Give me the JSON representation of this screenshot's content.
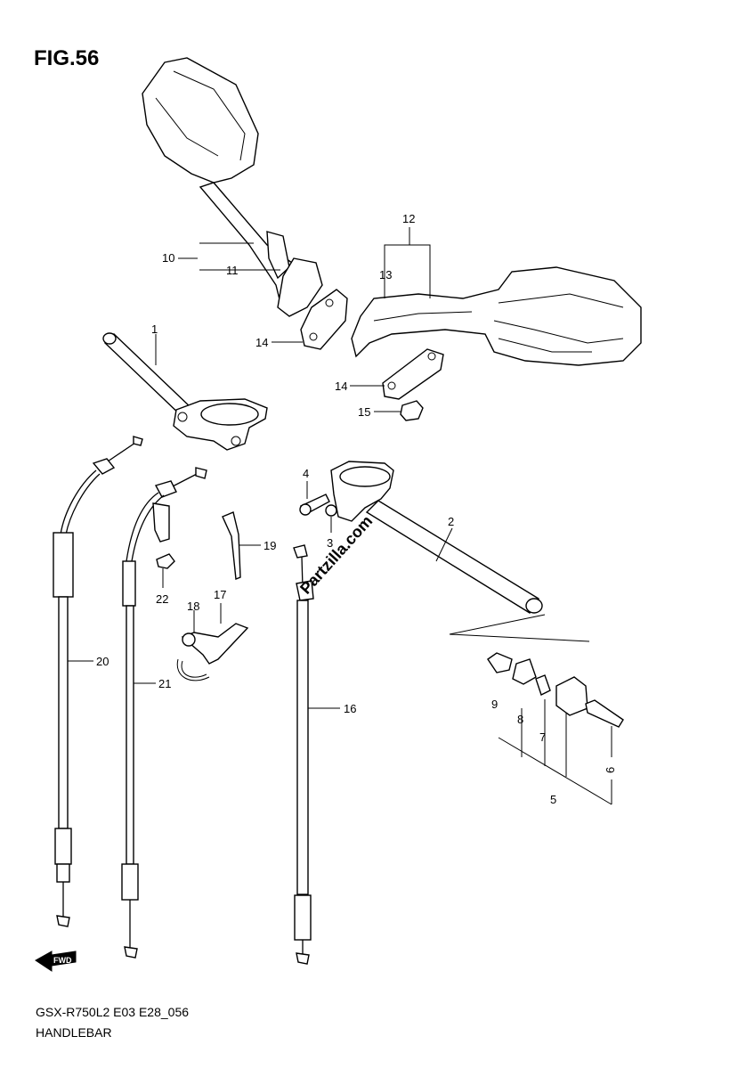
{
  "figure": {
    "title": "FIG.56",
    "model_code": "GSX-R750L2 E03 E28_056",
    "section_name": "HANDLEBAR",
    "watermark": "Partzilla.com",
    "direction_label": "FWD"
  },
  "callouts": [
    {
      "id": "1",
      "label": "1"
    },
    {
      "id": "2",
      "label": "2"
    },
    {
      "id": "3",
      "label": "3"
    },
    {
      "id": "4",
      "label": "4"
    },
    {
      "id": "5",
      "label": "5"
    },
    {
      "id": "6",
      "label": "6"
    },
    {
      "id": "7",
      "label": "7"
    },
    {
      "id": "8",
      "label": "8"
    },
    {
      "id": "9",
      "label": "9"
    },
    {
      "id": "10",
      "label": "10"
    },
    {
      "id": "11",
      "label": "11"
    },
    {
      "id": "12",
      "label": "12"
    },
    {
      "id": "13",
      "label": "13"
    },
    {
      "id": "14a",
      "label": "14"
    },
    {
      "id": "14b",
      "label": "14"
    },
    {
      "id": "15",
      "label": "15"
    },
    {
      "id": "16",
      "label": "16"
    },
    {
      "id": "17",
      "label": "17"
    },
    {
      "id": "18",
      "label": "18"
    },
    {
      "id": "19",
      "label": "19"
    },
    {
      "id": "20",
      "label": "20"
    },
    {
      "id": "21",
      "label": "21"
    },
    {
      "id": "22",
      "label": "22"
    }
  ]
}
